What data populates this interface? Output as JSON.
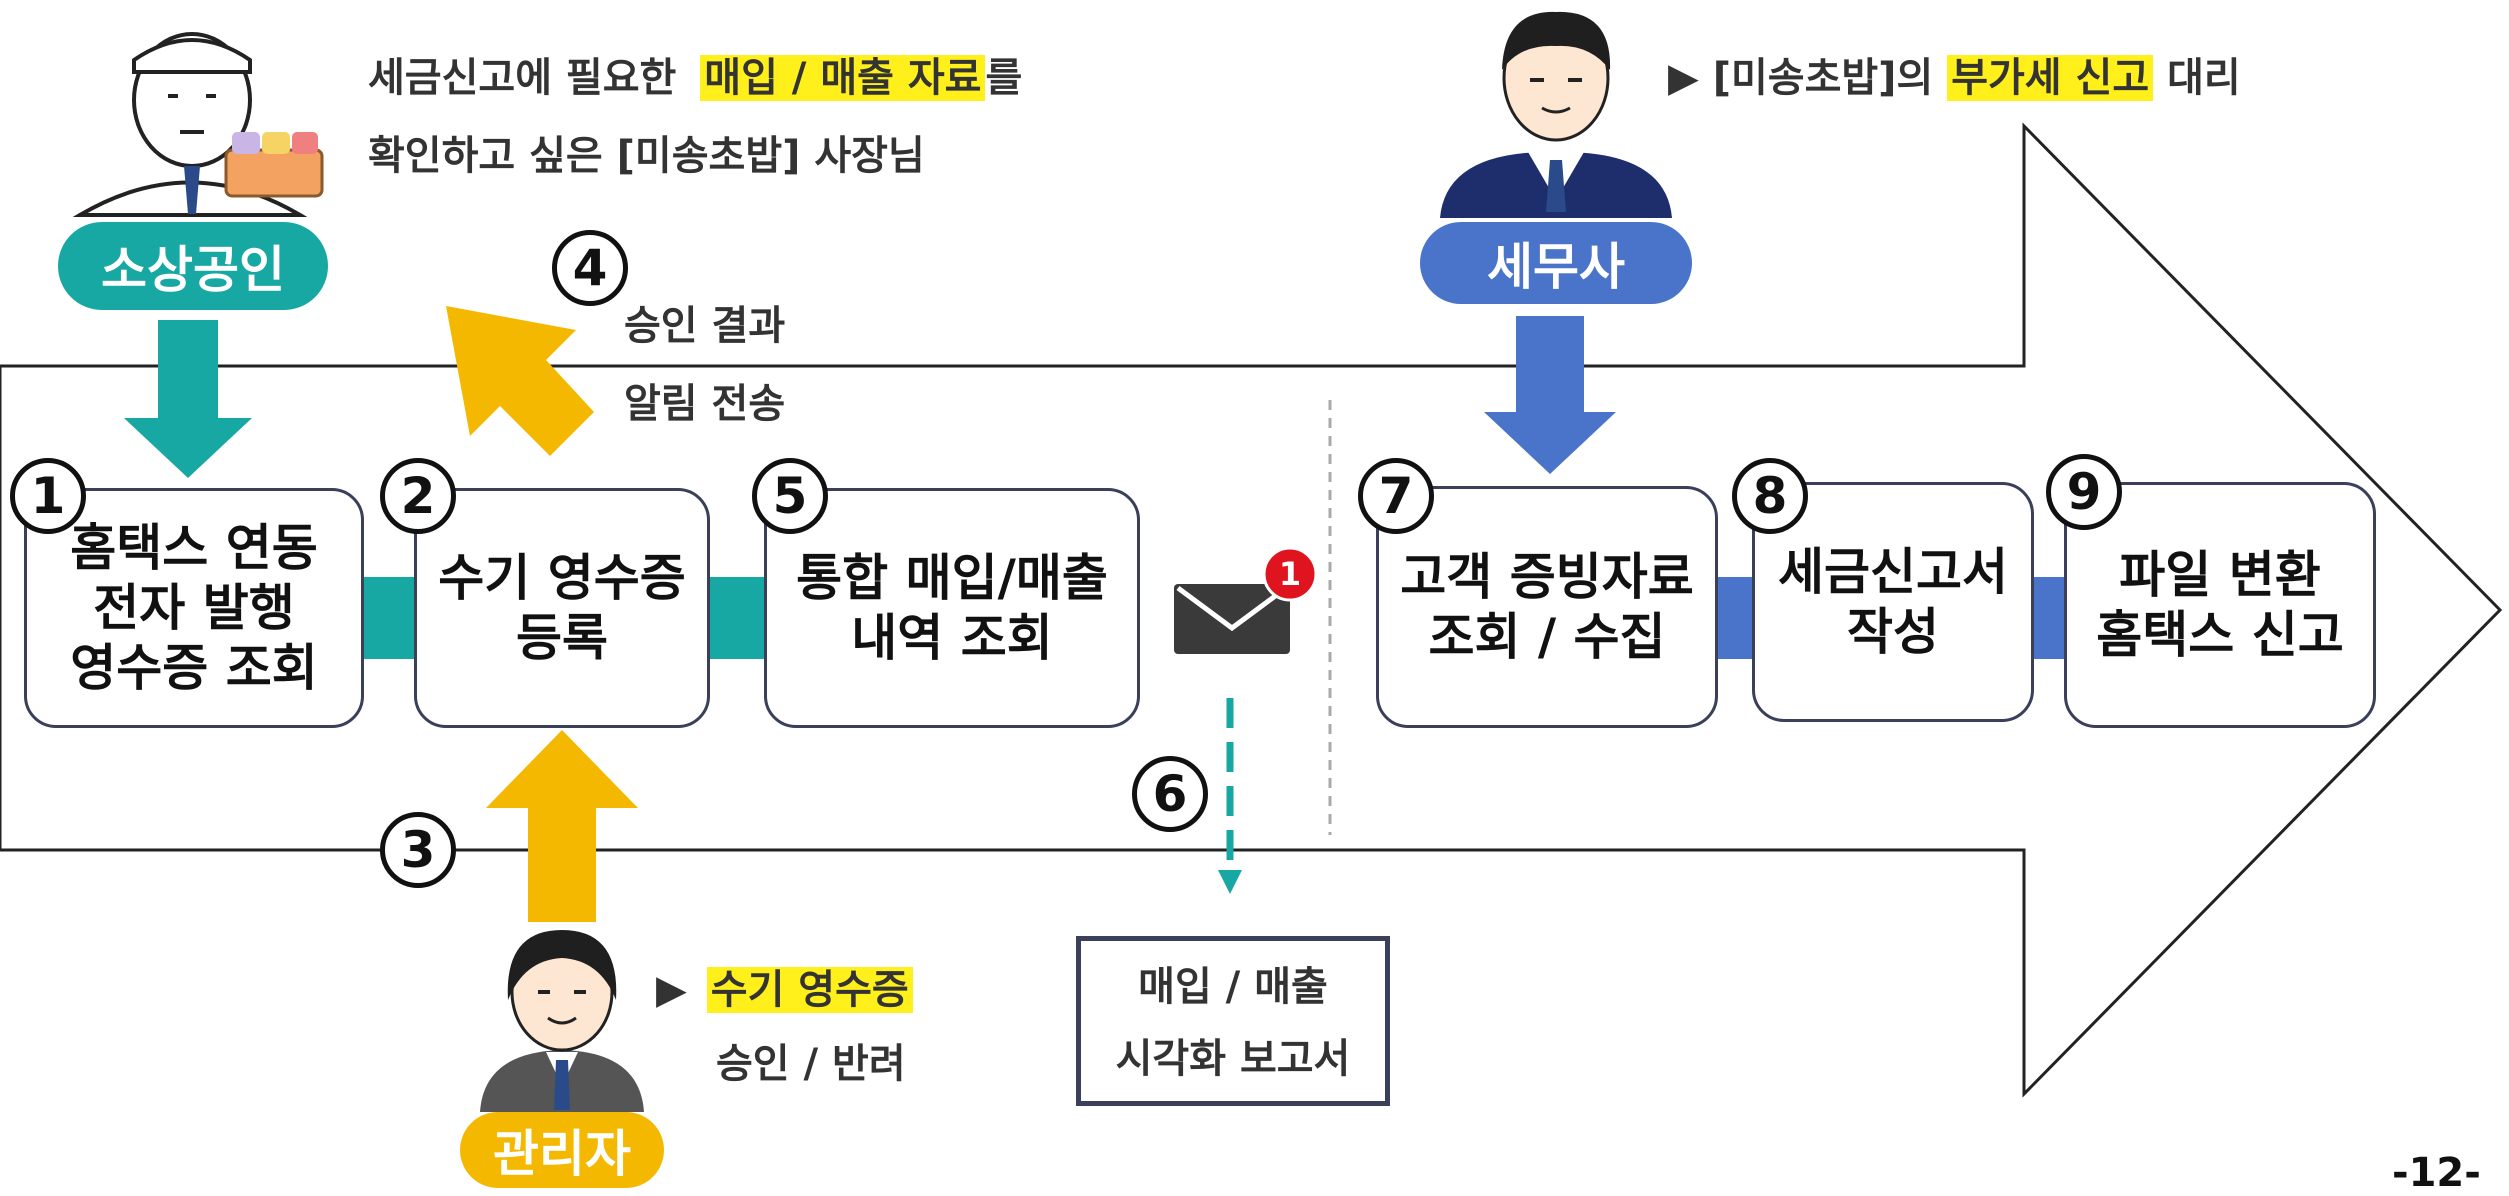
{
  "roles": {
    "owner": {
      "label": "소상공인",
      "color": "#17a8a3"
    },
    "accountant": {
      "label": "세무사",
      "color": "#4a74c9"
    },
    "manager": {
      "label": "관리자",
      "color": "#f5b800"
    }
  },
  "notes": {
    "owner_line1_a": "세금신고에 필요한",
    "owner_line1_hl": "매입 / 매출 자료",
    "owner_line1_b": "를",
    "owner_line2": "확인하고 싶은 [미송초밥] 사장님",
    "accountant_a": "▶ [미송초밥]의",
    "accountant_hl": "부가세 신고",
    "accountant_b": "대리",
    "manager_marker": "▶",
    "manager_hl": "수기 영수증",
    "manager_line2": "승인 / 반려",
    "approval_line1": "승인 결과",
    "approval_line2": "알림 전송"
  },
  "steps": [
    {
      "num": "1",
      "label": "홈택스 연동\n전자 발행\n영수증 조회"
    },
    {
      "num": "2",
      "label": "수기 영수증\n등록"
    },
    {
      "num": "3",
      "label": ""
    },
    {
      "num": "4",
      "label": ""
    },
    {
      "num": "5",
      "label": "통합 매입/매출\n내역 조회"
    },
    {
      "num": "6",
      "label": ""
    },
    {
      "num": "7",
      "label": "고객 증빙자료\n조회 / 수집"
    },
    {
      "num": "8",
      "label": "세금신고서\n작성"
    },
    {
      "num": "9",
      "label": "파일 변환\n홈택스 신고"
    }
  ],
  "mail": {
    "badge": "1",
    "icon": "envelope-icon",
    "badge_color": "#e0141e"
  },
  "report": {
    "line1": "매입 / 매출",
    "line2": "시각화 보고서"
  },
  "page_number": "-12-"
}
